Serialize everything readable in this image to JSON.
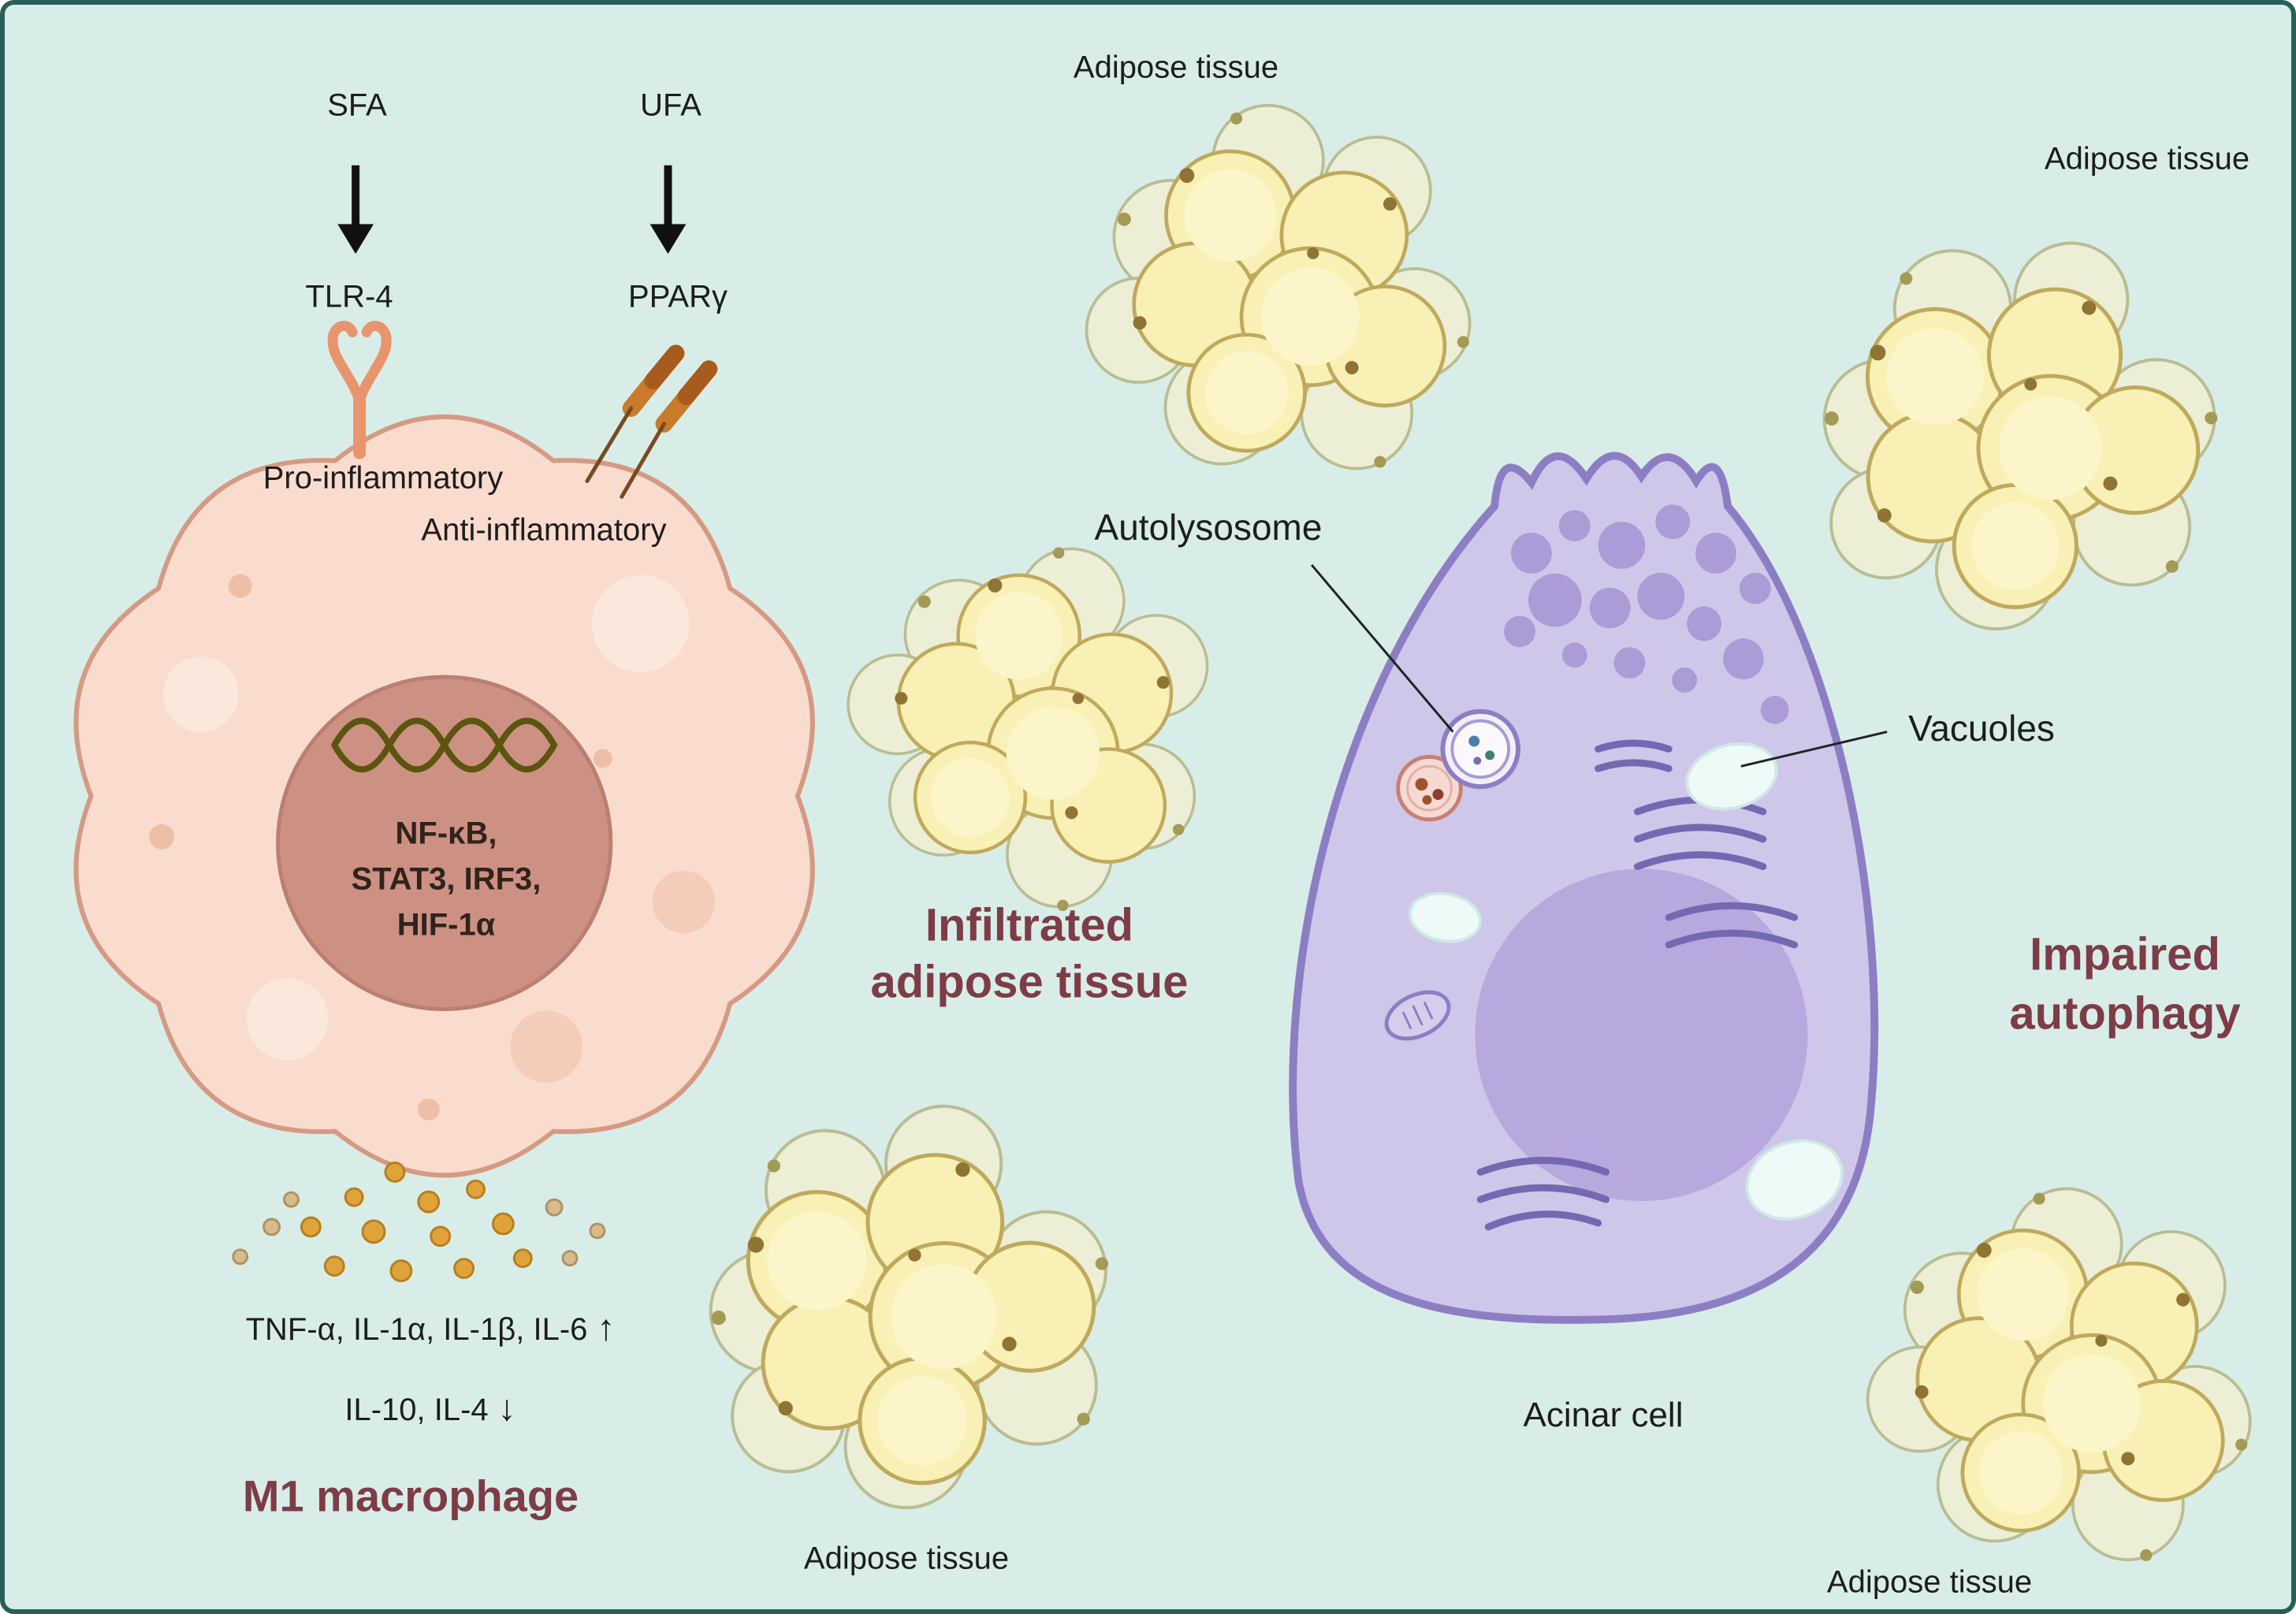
{
  "colors": {
    "background": "#d9ede8",
    "border": "#265f57",
    "heading": "#7d3c46",
    "text": "#1d1d1d",
    "macrophage_fill": "#f9dccd",
    "macrophage_stroke": "#d59a83",
    "macrophage_nucleus": "#cd9184",
    "adipocyte_yellow": "#f8f0b4",
    "adipocyte_pale": "#ecefd6",
    "acinar_fill": "#cfc7e9",
    "acinar_stroke": "#8d7ec4",
    "receptor_orange": "#e8946c",
    "rod_orange": "#c97a2a",
    "dna_olive": "#5c5510",
    "cytokine_dot": "#e0a33c"
  },
  "macrophage": {
    "sfa_label": "SFA",
    "ufa_label": "UFA",
    "tlr4_label": "TLR-4",
    "pparg_label": "PPARγ",
    "pro_inflammatory_label": "Pro-inflammatory",
    "anti_inflammatory_label": "Anti-inflammatory",
    "nucleus_factors_line1": "NF-κB,",
    "nucleus_factors_line2": "STAT3, IRF3,",
    "nucleus_factors_line3": "HIF-1α",
    "cytokines_up_text": "TNF-α, IL-1α, IL-1β, IL-6",
    "cytokines_up_arrow": "↑",
    "cytokines_down_text": "IL-10, IL-4",
    "cytokines_down_arrow": "↓",
    "title": "M1 macrophage"
  },
  "adipose": {
    "label_top": "Adipose tissue",
    "label_top_right": "Adipose tissue",
    "label_bottom": "Adipose tissue",
    "label_bottom_right": "Adipose tissue",
    "infiltrated_line1": "Infiltrated",
    "infiltrated_line2": "adipose tissue"
  },
  "acinar": {
    "autolysosome_label": "Autolysosome",
    "vacuoles_label": "Vacuoles",
    "cell_label": "Acinar cell",
    "impaired_line1": "Impaired",
    "impaired_line2": "autophagy"
  }
}
